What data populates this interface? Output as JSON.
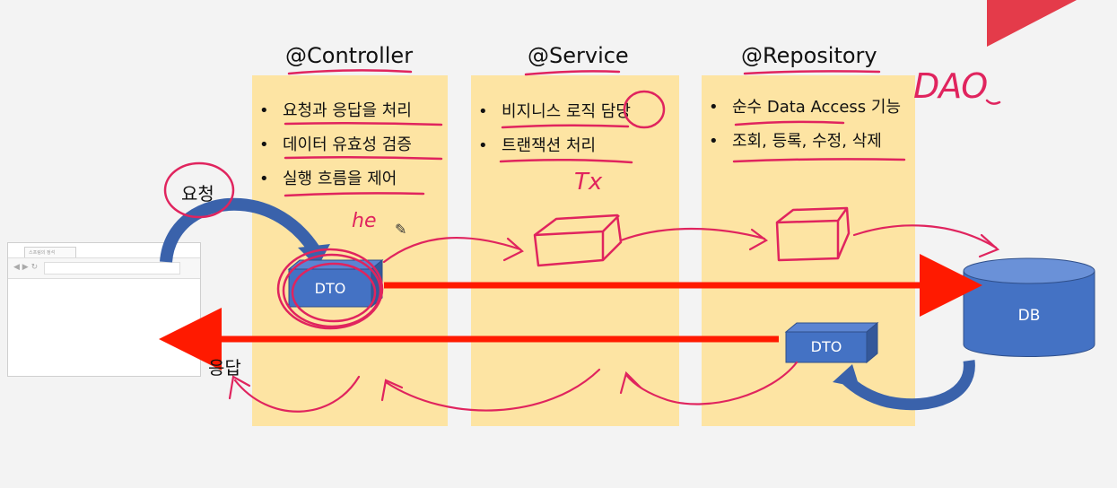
{
  "columns": [
    {
      "title": "@Controller",
      "bullets": [
        "요청과 응답을 처리",
        "데이터 유효성 검증",
        "실행 흐름을 제어"
      ]
    },
    {
      "title": "@Service",
      "bullets": [
        "비지니스 로직 담당",
        "트랜잭션 처리"
      ]
    },
    {
      "title": "@Repository",
      "bullets": [
        "순수 Data Access 기능",
        "조회, 등록, 수정, 삭제"
      ]
    }
  ],
  "annotations": {
    "dao": "DAO",
    "tx": "Tx",
    "he": "he"
  },
  "labels": {
    "request": "요청",
    "response": "응답",
    "dto_in": "DTO",
    "dto_out": "DTO",
    "db": "DB"
  },
  "browser": {
    "tab_text": "스프링의 정석"
  },
  "colors": {
    "column_bg": "#fde4a3",
    "box_blue": "#4472c4",
    "arrow_red": "#ff1a00",
    "pen_pink": "#e0245e"
  }
}
